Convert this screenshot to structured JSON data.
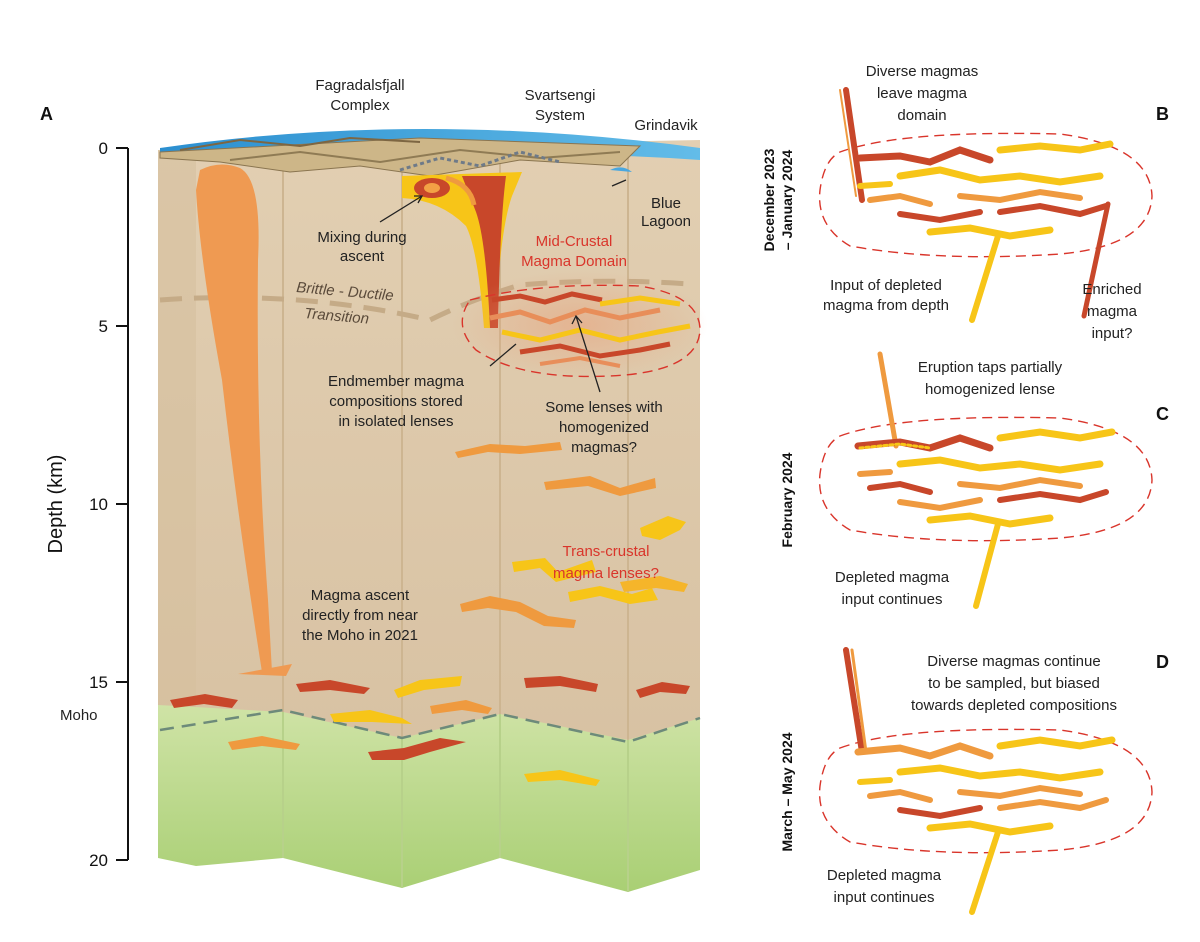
{
  "panel_a": {
    "letter": "A",
    "axis": {
      "title": "Depth (km)",
      "ticks": [
        "0",
        "5",
        "10",
        "15",
        "20"
      ],
      "moho_label": "Moho"
    },
    "labels": {
      "fagradalsfjall_1": "Fagradalsfjall",
      "fagradalsfjall_2": "Complex",
      "svartsengi_1": "Svartsengi",
      "svartsengi_2": "System",
      "grindavik": "Grindavik",
      "blue_lagoon_1": "Blue",
      "blue_lagoon_2": "Lagoon",
      "mixing_1": "Mixing during",
      "mixing_2": "ascent",
      "mid_crustal_1": "Mid-Crustal",
      "mid_crustal_2": "Magma Domain",
      "brittle_1": "Brittle - Ductile",
      "brittle_2": "Transition",
      "endmember_1": "Endmember magma",
      "endmember_2": "compositions stored",
      "endmember_3": "in isolated lenses",
      "some_lenses_1": "Some lenses with",
      "some_lenses_2": "homogenized",
      "some_lenses_3": "magmas?",
      "trans_crustal_1": "Trans-crustal",
      "trans_crustal_2": "magma lenses?",
      "ascent_1": "Magma ascent",
      "ascent_2": "directly from near",
      "ascent_3": "the Moho in 2021"
    }
  },
  "panel_b": {
    "letter": "B",
    "date_1": "December 2023",
    "date_2": "– January 2024",
    "label_diverse_1": "Diverse magmas",
    "label_diverse_2": "leave magma",
    "label_diverse_3": "domain",
    "label_input_1": "Input of depleted",
    "label_input_2": "magma from depth",
    "label_enriched_1": "Enriched",
    "label_enriched_2": "magma",
    "label_enriched_3": "input?"
  },
  "panel_c": {
    "letter": "C",
    "date": "February 2024",
    "label_taps_1": "Eruption taps partially",
    "label_taps_2": "homogenized lense",
    "label_depleted_1": "Depleted magma",
    "label_depleted_2": "input continues"
  },
  "panel_d": {
    "letter": "D",
    "date": "March – May 2024",
    "label_diverse_1": "Diverse magmas continue",
    "label_diverse_2": "to be sampled, but biased",
    "label_diverse_3": "towards depleted compositions",
    "label_depleted_1": "Depleted magma",
    "label_depleted_2": "input continues"
  },
  "colors": {
    "crust": "#d9c4a6",
    "crust_light": "#e6d6bd",
    "mantle": "#bcd98d",
    "ocean": "#3f9fd8",
    "yellow_magma": "#f7c518",
    "orange_magma": "#ef9a3f",
    "red_magma": "#c8472a",
    "dashed_red": "#d9352b"
  }
}
